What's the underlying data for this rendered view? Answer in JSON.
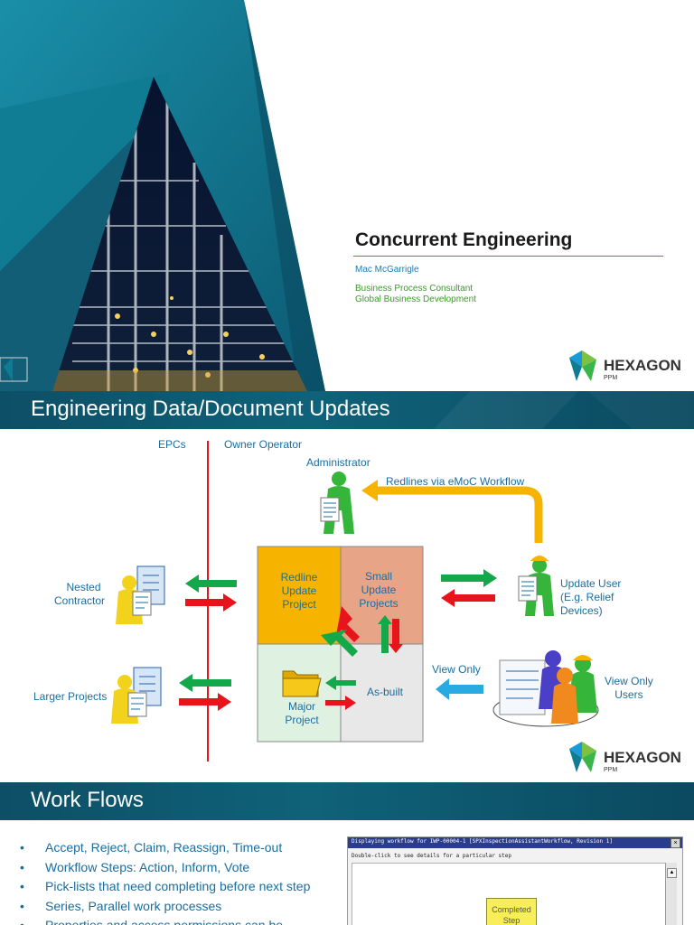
{
  "slide1": {
    "title": "Concurrent Engineering",
    "author": "Mac McGarrigle",
    "role_line1": "Business Process Consultant",
    "role_line2": "Global Business Development",
    "logo_text": "HEXAGON",
    "logo_sub": "PPM"
  },
  "slide2": {
    "banner": "Engineering Data/Document Updates",
    "epcs": "EPCs",
    "owner_operator": "Owner Operator",
    "administrator": "Administrator",
    "redlines": "Redlines via eMoC Workflow",
    "nested_line1": "Nested",
    "nested_line2": "Contractor",
    "larger_projects": "Larger Projects",
    "redline_line1": "Redline",
    "redline_line2": "Update",
    "redline_line3": "Project",
    "small_line1": "Small",
    "small_line2": "Update",
    "small_line3": "Projects",
    "major_line1": "Major",
    "major_line2": "Project",
    "asbuilt": "As-built",
    "update_user_line1": "Update User",
    "update_user_line2": "(E.g. Relief",
    "update_user_line3": "Devices)",
    "view_only": "View Only",
    "view_only_users_line1": "View Only",
    "view_only_users_line2": "Users",
    "logo_text": "HEXAGON",
    "logo_sub": "PPM",
    "colors": {
      "redline_box": "#f6b400",
      "small_box": "#e8a486",
      "major_box": "#dff2e2",
      "asbuilt_box": "#e8e8e8",
      "red_arrow": "#e8141c",
      "green_arrow": "#13a84a",
      "yellow_arrow": "#f6b400",
      "blue_arrow": "#29abe2"
    }
  },
  "slide3": {
    "banner": "Work Flows",
    "bullets": [
      "Accept, Reject, Claim, Reassign, Time-out",
      "Workflow Steps: Action, Inform, Vote",
      "Pick-lists that need completing before next step",
      "Series, Parallel work processes",
      "Properties and access permissions can be"
    ],
    "window_title": "Displaying workflow for IWP-00004-1 [SPXInspectionAssistantWorkflow, Revision 1]",
    "window_hint": "Double-click to see details for a particular step",
    "step_line1": "Completed",
    "step_line2": "Step"
  }
}
